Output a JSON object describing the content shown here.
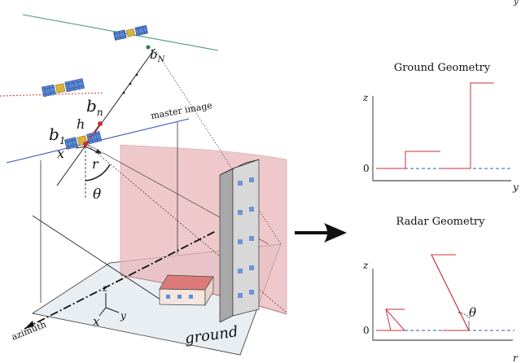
{
  "labels": {
    "b_N": "b",
    "b_N_sub": "N",
    "b_n": "b",
    "b_n_sub": "n",
    "b_1": "b",
    "b_1_sub": "1",
    "h": "h",
    "x_sat": "x",
    "r_sat": "r",
    "theta_sat": "θ",
    "master_image": "master image",
    "azimuth": "azimuth",
    "ground": "ground",
    "axis_z": "z",
    "axis_y": "y",
    "axis_x": "x",
    "corner_y": "y"
  },
  "ground_panel": {
    "title": "Ground Geometry",
    "z_label": "z",
    "y_label": "y",
    "zero_label": "0"
  },
  "radar_panel": {
    "title": "Radar Geometry",
    "z_label": "z",
    "r_label": "r",
    "zero_label": "0",
    "theta_label": "θ"
  },
  "colors": {
    "red": "#c8303a",
    "green": "#2e7d4a",
    "blue": "#3a4fbf",
    "orbit": "#4f9a78",
    "curtain": "#e8b5b9"
  }
}
